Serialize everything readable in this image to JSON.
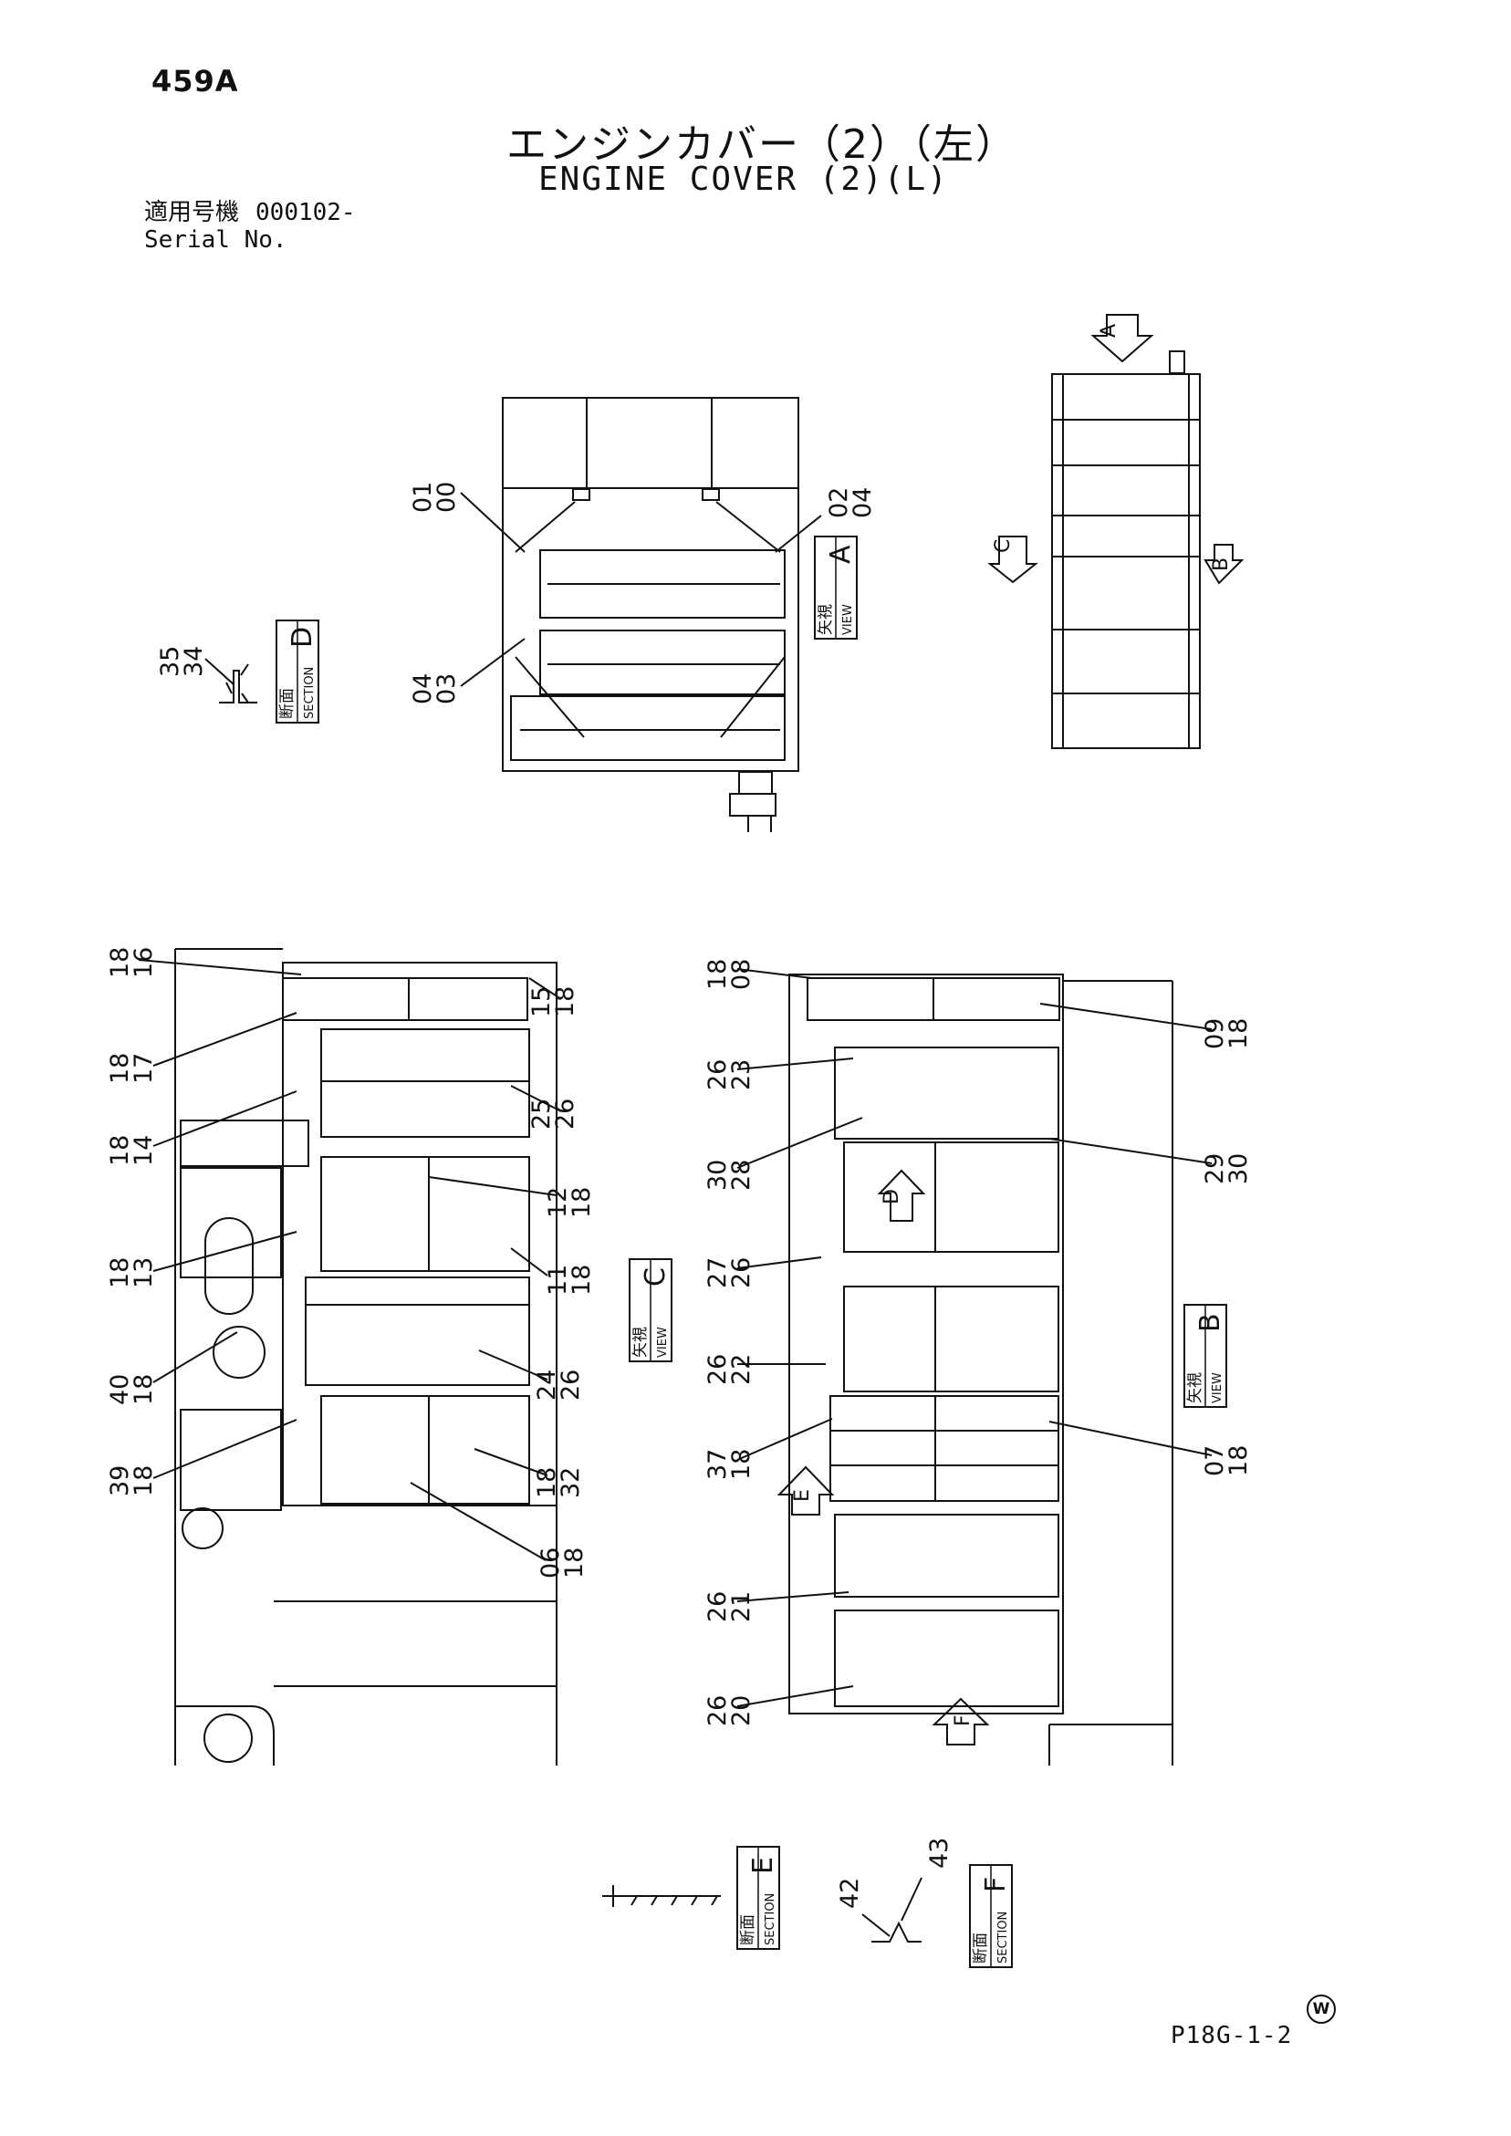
{
  "page_number": "459A",
  "title_jp": "エンジンカバー（2）（左）",
  "title_en": "ENGINE COVER (2)(L)",
  "serial": {
    "label_jp": "適用号機",
    "value": "000102-",
    "label_en": "Serial No."
  },
  "drawing_code": "P18G-1-2",
  "mark": "W",
  "view_tags": [
    {
      "letter": "A",
      "jp": "矢視",
      "en": "VIEW"
    },
    {
      "letter": "B",
      "jp": "矢視",
      "en": "VIEW"
    },
    {
      "letter": "C",
      "jp": "矢視",
      "en": "VIEW"
    },
    {
      "letter": "D",
      "jp": "断面",
      "en": "SECTION"
    },
    {
      "letter": "E",
      "jp": "断面",
      "en": "SECTION"
    },
    {
      "letter": "F",
      "jp": "断面",
      "en": "SECTION"
    }
  ],
  "arrows": [
    "A",
    "B",
    "C",
    "D",
    "E",
    "F"
  ],
  "callouts_top": [
    {
      "a": "01",
      "b": "00"
    },
    {
      "a": "02",
      "b": "04"
    },
    {
      "a": "04",
      "b": "03"
    },
    {
      "a": "35",
      "b": "34"
    }
  ],
  "callouts_left": [
    {
      "a": "18",
      "b": "16"
    },
    {
      "a": "18",
      "b": "17"
    },
    {
      "a": "18",
      "b": "14"
    },
    {
      "a": "18",
      "b": "13"
    },
    {
      "a": "40",
      "b": "18"
    },
    {
      "a": "39",
      "b": "18"
    },
    {
      "a": "15",
      "b": "18"
    },
    {
      "a": "25",
      "b": "26"
    },
    {
      "a": "12",
      "b": "18"
    },
    {
      "a": "11",
      "b": "18"
    },
    {
      "a": "24",
      "b": "26"
    },
    {
      "a": "18",
      "b": "32"
    },
    {
      "a": "06",
      "b": "18"
    }
  ],
  "callouts_right": [
    {
      "a": "18",
      "b": "08"
    },
    {
      "a": "26",
      "b": "23"
    },
    {
      "a": "30",
      "b": "28"
    },
    {
      "a": "27",
      "b": "26"
    },
    {
      "a": "26",
      "b": "22"
    },
    {
      "a": "37",
      "b": "18"
    },
    {
      "a": "26",
      "b": "21"
    },
    {
      "a": "26",
      "b": "20"
    },
    {
      "a": "09",
      "b": "18"
    },
    {
      "a": "29",
      "b": "30"
    },
    {
      "a": "07",
      "b": "18"
    }
  ],
  "callouts_bottom": [
    {
      "a": "42",
      "b": ""
    },
    {
      "a": "43",
      "b": ""
    }
  ]
}
